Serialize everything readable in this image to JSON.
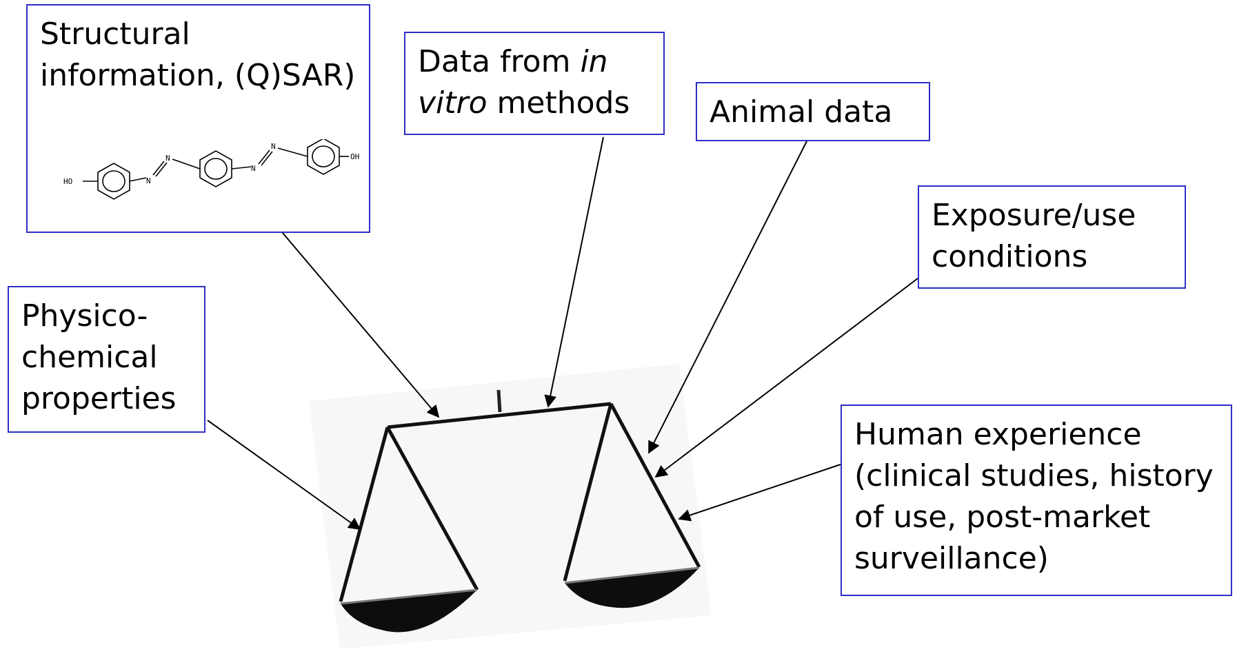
{
  "boxes": {
    "structural": {
      "line1": "Structural",
      "line2": "information, (Q)SAR)"
    },
    "invitro": {
      "line1_pre": "Data from ",
      "line1_ital": "in",
      "line2_ital": "vitro",
      "line2_post": " methods"
    },
    "animal": {
      "line1": "Animal data"
    },
    "exposure": {
      "line1": "Exposure/use",
      "line2": "conditions"
    },
    "physchem": {
      "line1": "Physico-",
      "line2": "chemical",
      "line3": "properties"
    },
    "human": {
      "line1": "Human experience",
      "line2": "(clinical studies, history",
      "line3": "of use, post-market",
      "line4": "surveillance)"
    }
  },
  "molecule": {
    "left_group": "HO",
    "right_group": "OH",
    "azo_atom": "N"
  },
  "colors": {
    "box_border": "#2d2dc8",
    "lines": "#000000"
  }
}
